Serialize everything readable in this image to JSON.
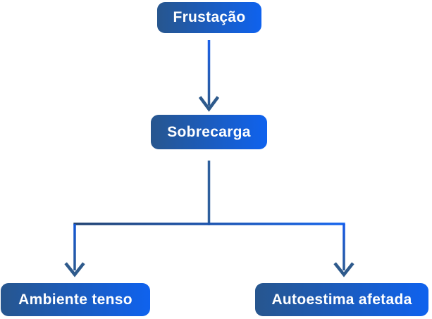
{
  "diagram": {
    "type": "flowchart",
    "nodes": [
      {
        "id": "frustacao",
        "label": "Frustação"
      },
      {
        "id": "sobrecarga",
        "label": "Sobrecarga"
      },
      {
        "id": "ambiente-tenso",
        "label": "Ambiente tenso"
      },
      {
        "id": "autoestima-afetada",
        "label": "Autoestima afetada"
      }
    ],
    "edges": [
      {
        "from": "Frustação",
        "to": "Sobrecarga",
        "arrow": "down"
      },
      {
        "from": "Sobrecarga",
        "to": "Ambiente tenso",
        "arrow": "down"
      },
      {
        "from": "Sobrecarga",
        "to": "Autoestima afetada",
        "arrow": "down"
      }
    ],
    "colors": {
      "node_gradient_left": "#27568e",
      "node_gradient_right": "#0f62ee",
      "node_text": "#ffffff",
      "connector_bright_blue": "#1c61e9",
      "connector_steel_blue": "#2e5a8c",
      "connector_dark_navy": "#20416f",
      "background": "#ffffff"
    }
  }
}
